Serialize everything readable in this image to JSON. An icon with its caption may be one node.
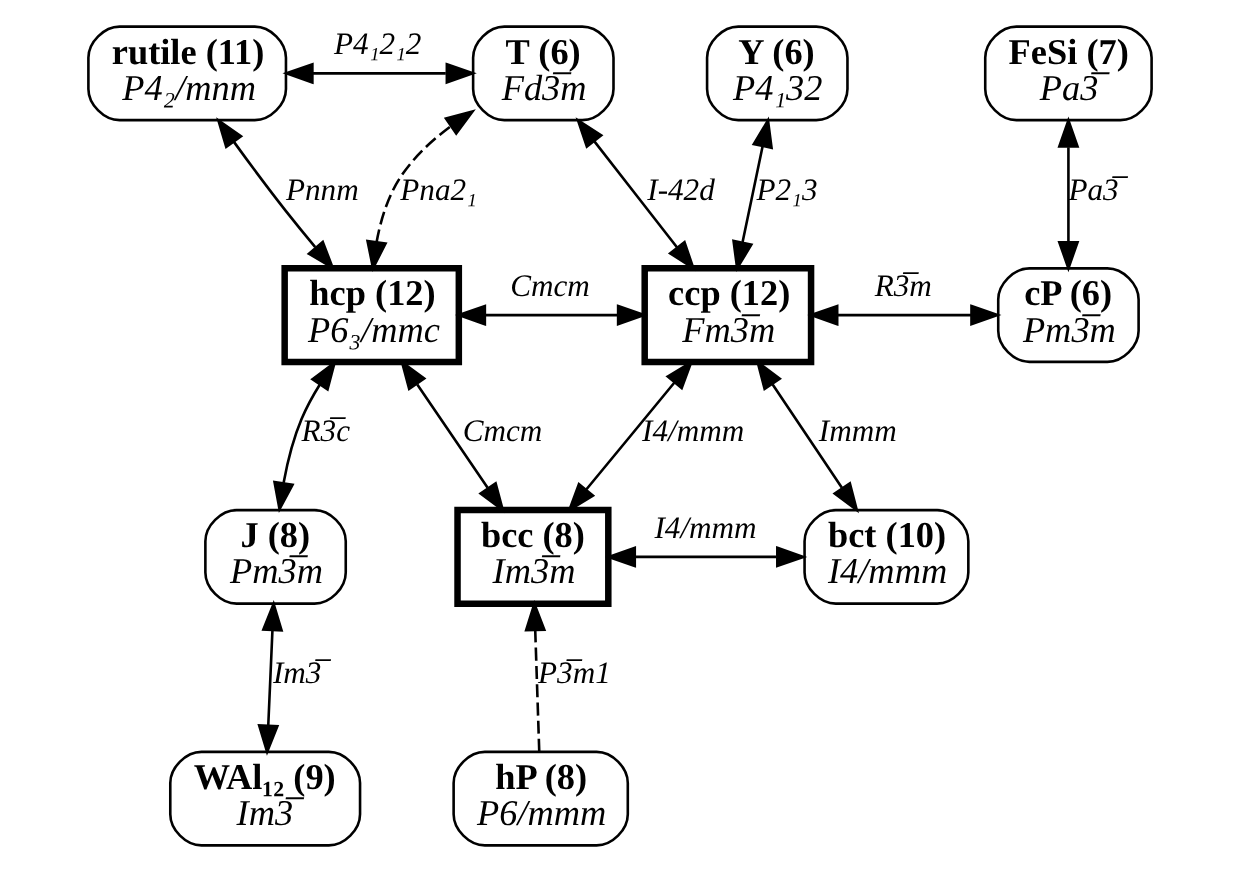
{
  "diagram": {
    "nodes": [
      {
        "text": [
          "rutile (11)",
          "P4₂/mnm"
        ]
      },
      {
        "text": [
          "T (6)",
          "Fd3̅m"
        ]
      },
      {
        "text": [
          "Y (6)",
          "P4₁32"
        ]
      },
      {
        "text": [
          "FeSi (7)",
          "Pa3̅"
        ]
      },
      {
        "text": [
          "hcp (12)",
          "P6₃/mmc"
        ]
      },
      {
        "text": [
          "ccp (12)",
          "Fm3̅m"
        ]
      },
      {
        "text": [
          "cP (6)",
          "Pm3̅m"
        ]
      },
      {
        "text": [
          "J (8)",
          "Pm3̅m"
        ]
      },
      {
        "text": [
          "bcc (8)",
          "Im3̅m"
        ]
      },
      {
        "text": [
          "bct (10)",
          "I4/mmm"
        ]
      },
      {
        "text": [
          "WAl₁₂ (9)",
          "Im3̅"
        ]
      },
      {
        "text": [
          "hP (8)",
          "P6/mmm"
        ]
      }
    ],
    "edges": [
      {
        "from": 0,
        "to": 1,
        "arrow": "both",
        "label": "P4₁2₁2"
      },
      {
        "from": 0,
        "to": 4,
        "arrow": "both",
        "label": "Pnnm"
      },
      {
        "from": 4,
        "to": 1,
        "arrow": "both",
        "label": "Pna2₁",
        "style": "dashed"
      },
      {
        "from": 1,
        "to": 5,
        "arrow": "both",
        "label": "I-42d"
      },
      {
        "from": 2,
        "to": 5,
        "arrow": "both",
        "label": "P2₁3"
      },
      {
        "from": 3,
        "to": 6,
        "arrow": "both",
        "label": "Pa3̅"
      },
      {
        "from": 4,
        "to": 5,
        "arrow": "both",
        "label": "Cmcm"
      },
      {
        "from": 5,
        "to": 6,
        "arrow": "both",
        "label": "R3̅m"
      },
      {
        "from": 5,
        "to": 9,
        "arrow": "both",
        "label": "Immm"
      },
      {
        "from": 4,
        "to": 8,
        "arrow": "both",
        "label": "Cmcm"
      },
      {
        "from": 5,
        "to": 8,
        "arrow": "both",
        "label": "I4/mmm"
      },
      {
        "from": 8,
        "to": 9,
        "arrow": "both",
        "label": "I4/mmm"
      },
      {
        "from": 4,
        "to": 7,
        "arrow": "both",
        "label": "R3̅c"
      },
      {
        "from": 7,
        "to": 10,
        "arrow": "both",
        "label": "Im3̅"
      },
      {
        "from": 11,
        "to": 8,
        "arrow": "to",
        "label": "P3̅m1",
        "style": "dashed"
      }
    ]
  }
}
